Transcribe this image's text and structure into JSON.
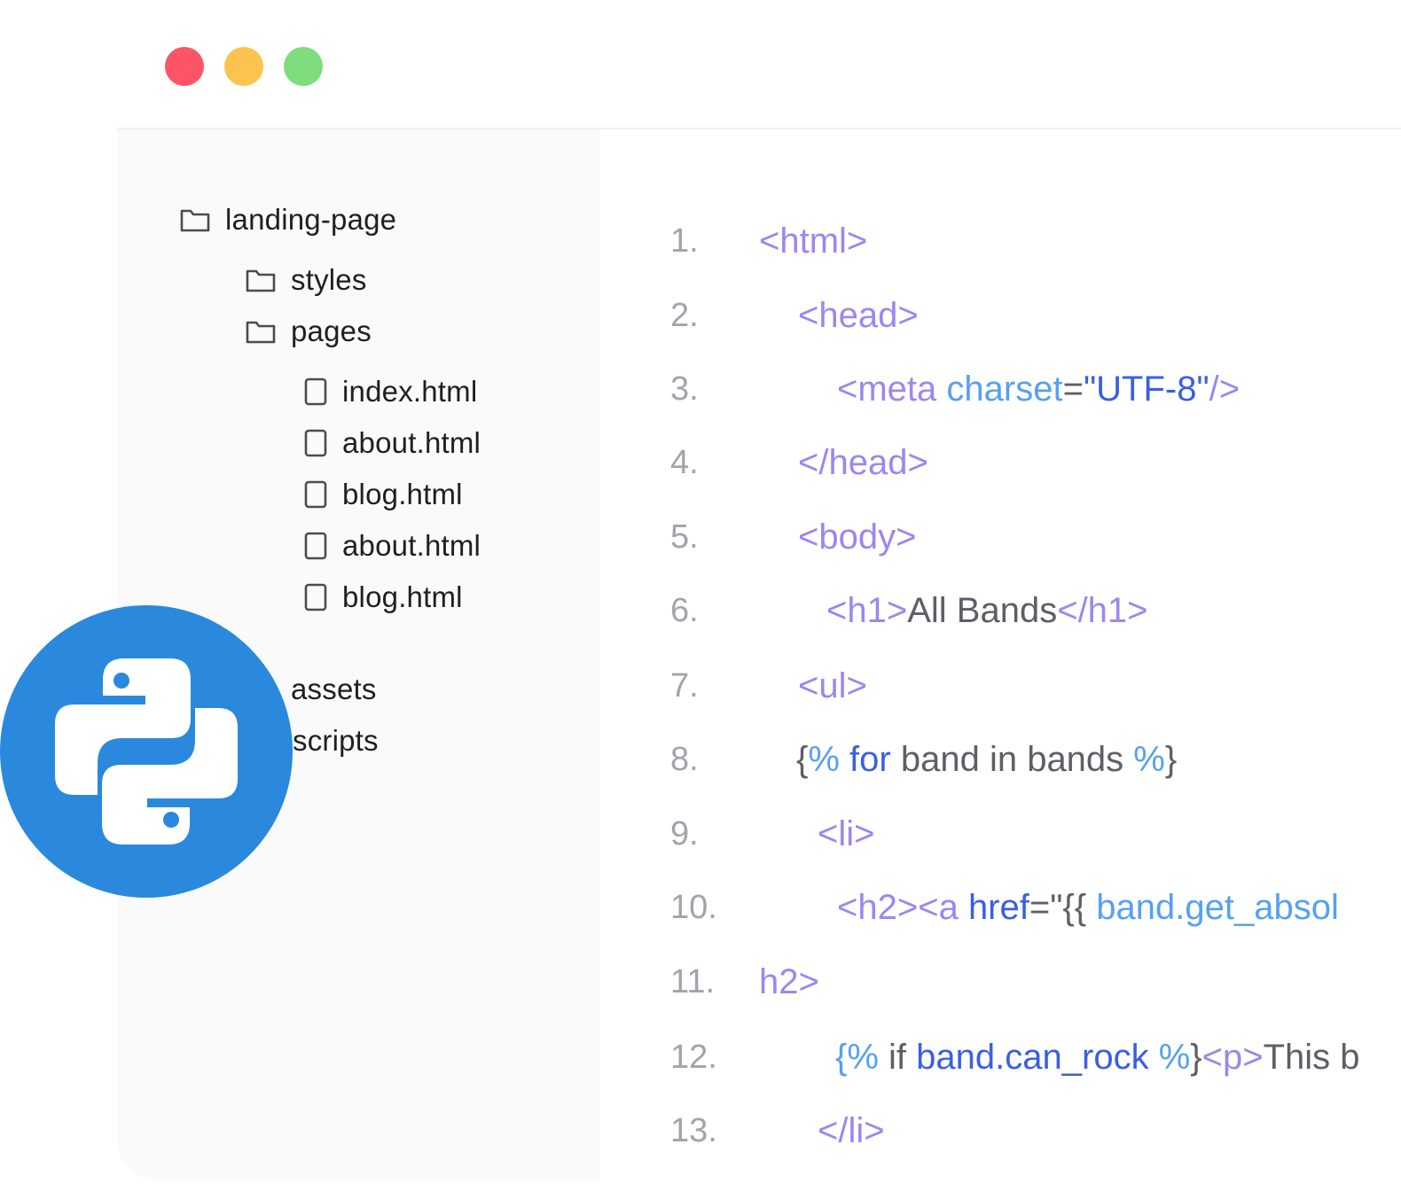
{
  "window": {
    "controls": [
      {
        "name": "close",
        "color": "#fd5468"
      },
      {
        "name": "minimize",
        "color": "#fdc34f"
      },
      {
        "name": "maximize",
        "color": "#7ddd7f"
      }
    ]
  },
  "sidebar": {
    "items": [
      {
        "label": "landing-page",
        "icon": "folder-icon"
      },
      {
        "label": "styles",
        "icon": "folder-icon"
      },
      {
        "label": "pages",
        "icon": "folder-icon"
      },
      {
        "label": "index.html",
        "icon": "file-icon"
      },
      {
        "label": "about.html",
        "icon": "file-icon"
      },
      {
        "label": "blog.html",
        "icon": "file-icon"
      },
      {
        "label": "about.html",
        "icon": "file-icon"
      },
      {
        "label": "blog.html",
        "icon": "file-icon"
      },
      {
        "label": "assets",
        "icon": "folder-icon"
      },
      {
        "label": "scripts",
        "icon": "folder-icon"
      }
    ]
  },
  "editor": {
    "lines": [
      {
        "num": "1.",
        "tokens": [
          {
            "t": "<html>",
            "c": "purple"
          }
        ]
      },
      {
        "num": "2.",
        "tokens": [
          {
            "t": "<head>",
            "c": "purple"
          }
        ]
      },
      {
        "num": "3.",
        "tokens": [
          {
            "t": "<meta ",
            "c": "purple"
          },
          {
            "t": "charset",
            "c": "lblue"
          },
          {
            "t": "=",
            "c": "gray"
          },
          {
            "t": "\"UTF-8\"",
            "c": "blue"
          },
          {
            "t": "/>",
            "c": "purple"
          }
        ]
      },
      {
        "num": "4.",
        "tokens": [
          {
            "t": "</head>",
            "c": "purple"
          }
        ]
      },
      {
        "num": "5.",
        "tokens": [
          {
            "t": "<body>",
            "c": "purple"
          }
        ]
      },
      {
        "num": "6.",
        "tokens": [
          {
            "t": "<h1>",
            "c": "purple"
          },
          {
            "t": "All Bands",
            "c": "gray"
          },
          {
            "t": "</h1>",
            "c": "purple"
          }
        ]
      },
      {
        "num": "7.",
        "tokens": [
          {
            "t": "<ul>",
            "c": "purple"
          }
        ]
      },
      {
        "num": "8.",
        "tokens": [
          {
            "t": "{",
            "c": "gray"
          },
          {
            "t": "% ",
            "c": "lblue"
          },
          {
            "t": "for",
            "c": "blue"
          },
          {
            "t": " band in bands ",
            "c": "gray"
          },
          {
            "t": "%",
            "c": "lblue"
          },
          {
            "t": "}",
            "c": "gray"
          }
        ]
      },
      {
        "num": "9.",
        "tokens": [
          {
            "t": "<li>",
            "c": "purple"
          }
        ]
      },
      {
        "num": "10.",
        "tokens": [
          {
            "t": "<h2><a ",
            "c": "purple"
          },
          {
            "t": "href",
            "c": "blue"
          },
          {
            "t": "=\"{{ ",
            "c": "gray"
          },
          {
            "t": "band.get_absol",
            "c": "lblue"
          }
        ]
      },
      {
        "num": "11.",
        "tokens": [
          {
            "t": "h2>",
            "c": "purple"
          }
        ]
      },
      {
        "num": "12.",
        "tokens": [
          {
            "t": "{% ",
            "c": "lblue"
          },
          {
            "t": "if ",
            "c": "gray"
          },
          {
            "t": "band.can_rock",
            "c": "blue"
          },
          {
            "t": " %",
            "c": "lblue"
          },
          {
            "t": "}",
            "c": "gray"
          },
          {
            "t": "<p>",
            "c": "purple"
          },
          {
            "t": "This b",
            "c": "gray"
          }
        ]
      },
      {
        "num": "13.",
        "tokens": [
          {
            "t": "</li>",
            "c": "purple"
          }
        ]
      }
    ]
  },
  "badge": {
    "icon": "python-logo-icon",
    "color": "#2a89dc"
  }
}
